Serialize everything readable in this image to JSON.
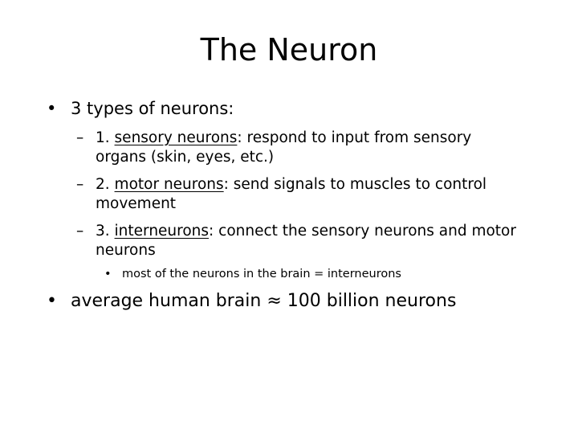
{
  "slide": {
    "title": "The Neuron",
    "bullets": [
      {
        "text": "3 types of neurons:",
        "sub": [
          {
            "term": "1. sensory neurons",
            "term_underlined": "sensory neurons",
            "number": "1.",
            "rest": ": respond to input from sensory organs (skin, eyes, etc.)"
          },
          {
            "term_underlined": "motor neurons",
            "number": "2.",
            "rest": ": send signals to muscles to control movement"
          },
          {
            "term_underlined": "interneurons",
            "number": "3.",
            "rest": ": connect the sensory neurons and motor neurons",
            "sub": [
              {
                "text": "most of the neurons in the brain = interneurons"
              }
            ]
          }
        ]
      },
      {
        "text": "average human brain ≈ 100 billion neurons"
      }
    ],
    "glyphs": {
      "bullet": "•",
      "dash": "–"
    }
  }
}
